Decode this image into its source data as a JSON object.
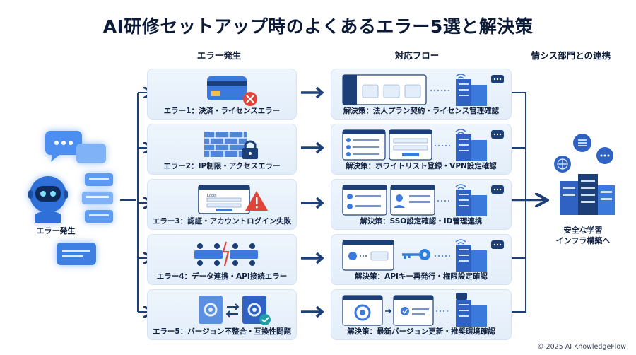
{
  "title": "AI研修セットアップ時のよくあるエラー5選と解決策",
  "columns": {
    "error": "エラー発生",
    "action": "対応フロー",
    "it": "情シス部門との連携"
  },
  "left_caption": "エラー発生",
  "right_caption_line1": "安全な学習",
  "right_caption_line2": "インフラ構築へ",
  "rows": [
    {
      "error": "エラー1：決済・ライセンスエラー",
      "solution": "解決策：法人プラン契約・ライセンス管理確認"
    },
    {
      "error": "エラー2：IP制限・アクセスエラー",
      "solution": "解決策：ホワイトリスト登録・VPN設定確認"
    },
    {
      "error": "エラー3：認証・アカウントログイン失敗",
      "solution": "解決策：SSO設定確認・ID管理連携"
    },
    {
      "error": "エラー4：データ連携・API接続エラー",
      "solution": "解決策：APIキー再発行・権限設定確認"
    },
    {
      "error": "エラー5：バージョン不整合・互換性問題",
      "solution": "解決策：最新バージョン更新・推奨環境確認"
    }
  ],
  "login_word": "Login",
  "footer": "© 2025 AI KnowledgeFlow",
  "colors": {
    "navy": "#1d3f78",
    "accent": "#2f6fd8",
    "panel": "#e8f1fb",
    "red": "#e0453a"
  }
}
